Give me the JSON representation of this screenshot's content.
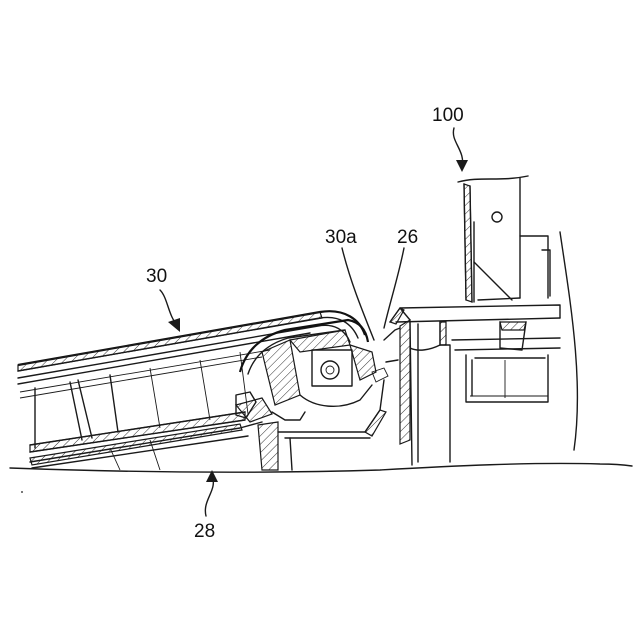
{
  "figure": {
    "labels": {
      "ref_100": "100",
      "ref_30a": "30a",
      "ref_26": "26",
      "ref_30": "30",
      "ref_28": "28"
    }
  }
}
